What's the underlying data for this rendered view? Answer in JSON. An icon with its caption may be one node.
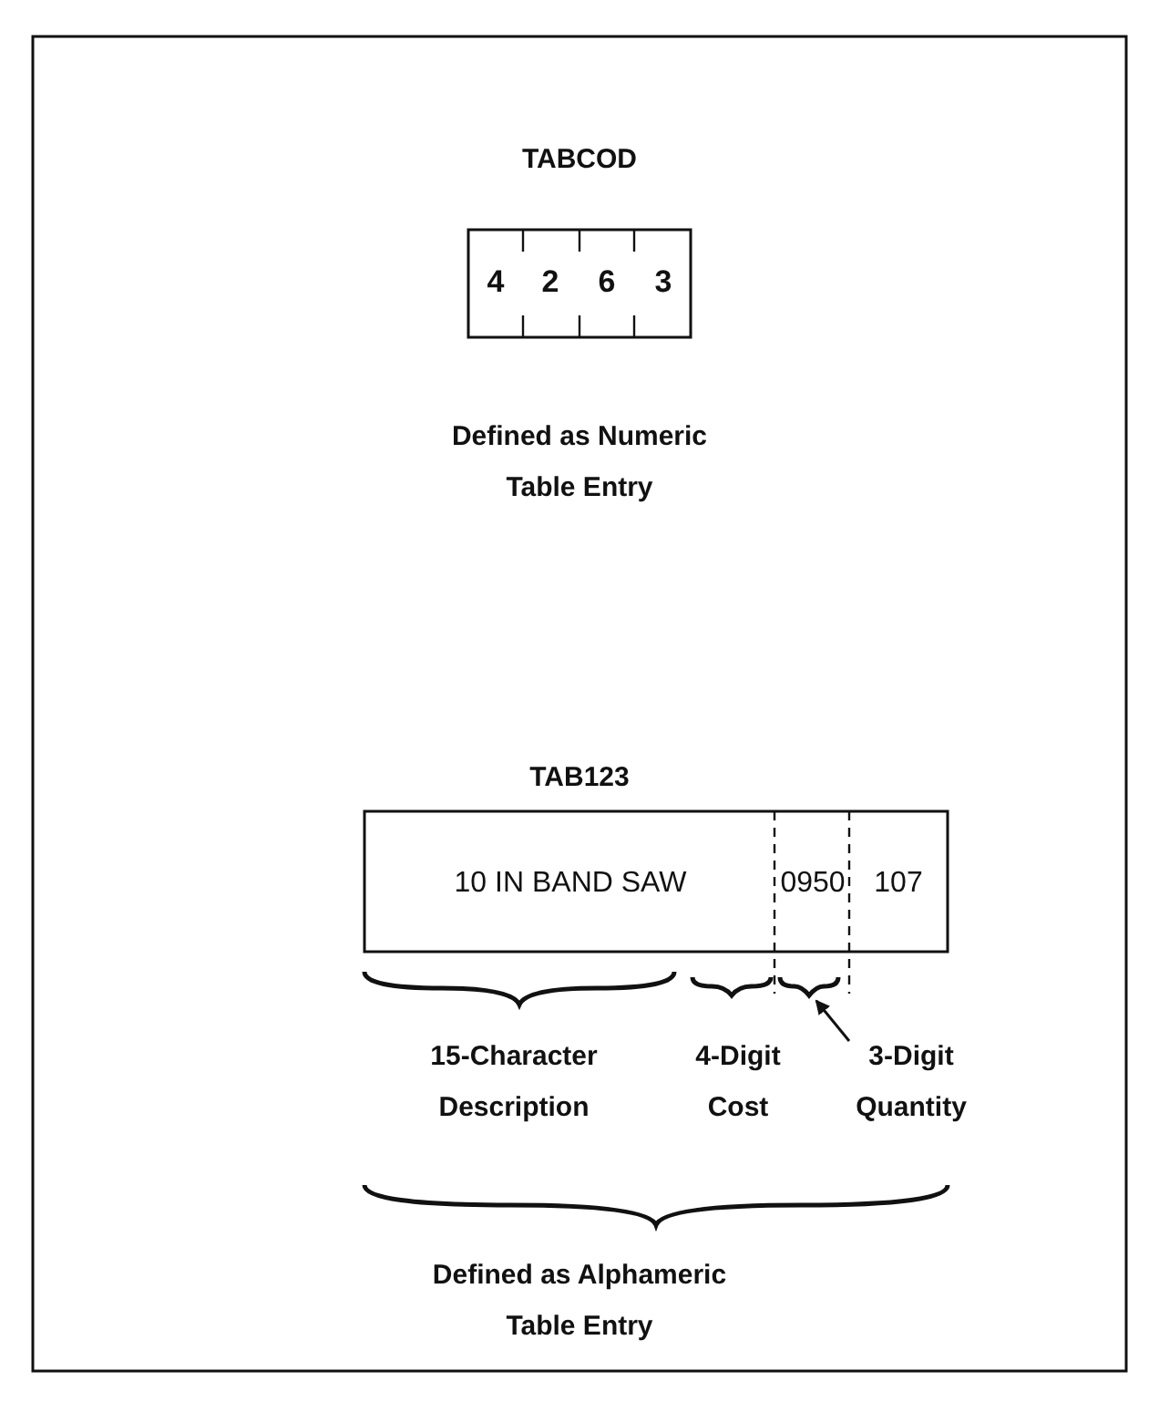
{
  "diagram": {
    "nodes": [
      {
        "text": [
          "3-Digit Quantity"
        ]
      },
      {
        "text": [],
        "shape": "brace"
      }
    ],
    "edges": [
      {
        "from": 0,
        "to": 1,
        "arrow": "to"
      }
    ],
    "labels": [
      "TABCOD",
      "4",
      "2",
      "6",
      "3",
      "Defined as Numeric Table Entry",
      "TAB123",
      "10 IN BAND SAW",
      "0950",
      "107",
      "15-Character Description",
      "4-Digit Cost",
      "Defined as Alphameric Table Entry"
    ]
  }
}
